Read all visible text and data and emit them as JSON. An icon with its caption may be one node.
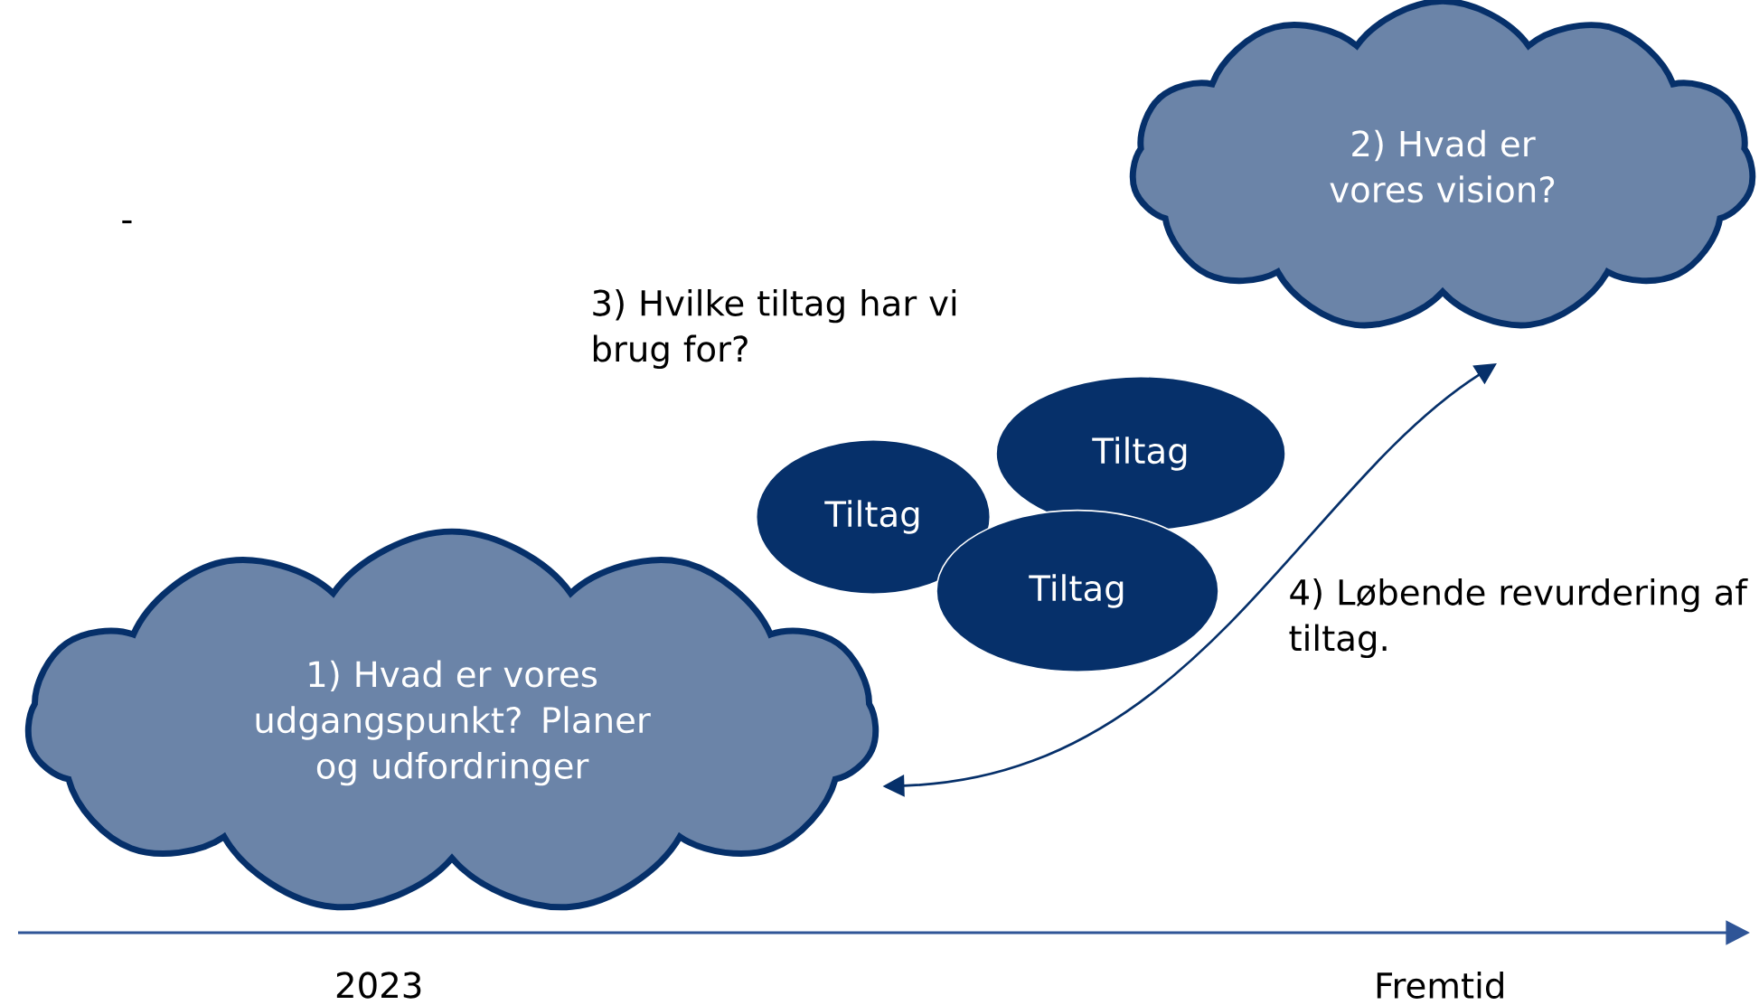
{
  "diagram": {
    "nodes": [
      {
        "text": [
          "1) Hvad er vores udgangspunkt? Planer og udfordringer"
        ]
      },
      {
        "text": [
          "2) Hvad er vores vision?"
        ]
      },
      {
        "text": [
          "Tiltag"
        ]
      },
      {
        "text": [
          "Tiltag"
        ]
      },
      {
        "text": [
          "Tiltag"
        ]
      }
    ],
    "edges": [
      {
        "from": 0,
        "to": 1,
        "arrow": "both"
      }
    ],
    "labels": [
      "-",
      "3) Hvilke tiltag har vi brug for?",
      "4) Løbende revurdering af tiltag.",
      "2023",
      "Fremtid"
    ]
  }
}
